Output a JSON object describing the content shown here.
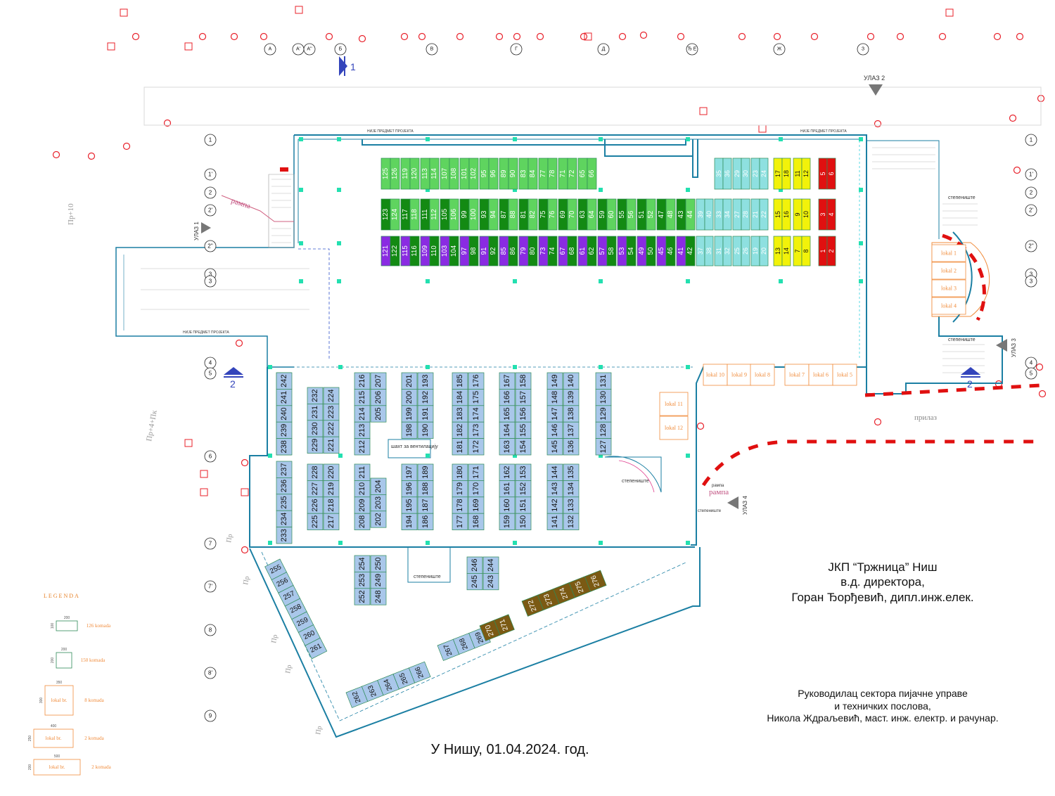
{
  "colors": {
    "blue_stall": "#a9c7ea",
    "green_light": "#5fd45f",
    "green_dark": "#138a13",
    "purple": "#8a2be2",
    "cyan": "#8ee0e0",
    "yellow": "#f2f20a",
    "red": "#e01010",
    "brown": "#7b5a14",
    "wall": "#1b7fa3",
    "orange": "#f08c3c",
    "survey_red": "#e8202a"
  },
  "grid_axes_top": [
    "А",
    "А'",
    "А''",
    "Б",
    "В",
    "Г",
    "Д",
    "Ђ Е",
    "Ж",
    "З"
  ],
  "grid_axes_side": [
    "1",
    "1'",
    "2",
    "2'",
    "2''",
    "3",
    "3",
    "4",
    "5",
    "6",
    "7",
    "7'",
    "8",
    "8'",
    "9"
  ],
  "green_rows": {
    "row1": [
      [
        "125",
        "126"
      ],
      [
        "119",
        "120"
      ],
      [
        "113",
        "114"
      ],
      [
        "107",
        "108"
      ],
      [
        "101",
        "102"
      ],
      [
        "95",
        "96"
      ],
      [
        "89",
        "90"
      ],
      [
        "83",
        "84"
      ],
      [
        "77",
        "78"
      ],
      [
        "71",
        "72"
      ],
      [
        "65",
        "66"
      ]
    ],
    "row2": [
      [
        "123",
        "124"
      ],
      [
        "117",
        "118"
      ],
      [
        "111",
        "112"
      ],
      [
        "105",
        "106"
      ],
      [
        "99",
        "100"
      ],
      [
        "93",
        "94"
      ],
      [
        "87",
        "88"
      ],
      [
        "81",
        "82"
      ],
      [
        "75",
        "76"
      ],
      [
        "69",
        "70"
      ],
      [
        "63",
        "64"
      ],
      [
        "59",
        "60"
      ],
      [
        "55",
        "56"
      ],
      [
        "51",
        "52"
      ],
      [
        "47",
        "48"
      ],
      [
        "43",
        "44"
      ]
    ],
    "row3": [
      [
        "121",
        "122"
      ],
      [
        "115",
        "116"
      ],
      [
        "109",
        "110"
      ],
      [
        "103",
        "104"
      ],
      [
        "97",
        "98"
      ],
      [
        "91",
        "92"
      ],
      [
        "85",
        "86"
      ],
      [
        "79",
        "80"
      ],
      [
        "73",
        "74"
      ],
      [
        "67",
        "68"
      ],
      [
        "61",
        "62"
      ],
      [
        "57",
        "58"
      ],
      [
        "53",
        "54"
      ],
      [
        "49",
        "50"
      ],
      [
        "45",
        "46"
      ],
      [
        "41",
        "42"
      ]
    ]
  },
  "cyan_rows": {
    "row1": [
      [
        "35",
        "36"
      ],
      [
        "29",
        "30"
      ],
      [
        "23",
        "24"
      ]
    ],
    "row2": [
      [
        "39",
        "40"
      ],
      [
        "33",
        "34"
      ],
      [
        "27",
        "28"
      ],
      [
        "21",
        "22"
      ]
    ],
    "row3": [
      [
        "37",
        "38"
      ],
      [
        "31",
        "32"
      ],
      [
        "25",
        "26"
      ],
      [
        "19",
        "20"
      ]
    ]
  },
  "yellow_rows": {
    "row1": [
      [
        "17",
        "18"
      ],
      [
        "11",
        "12"
      ]
    ],
    "row2": [
      [
        "15",
        "16"
      ],
      [
        "9",
        "10"
      ]
    ],
    "row3": [
      [
        "13",
        "14"
      ],
      [
        "7",
        "8"
      ]
    ]
  },
  "red_rows": {
    "row1": [
      [
        "5",
        "6"
      ]
    ],
    "row2": [
      [
        "3",
        "4"
      ]
    ],
    "row3": [
      [
        "1",
        "2"
      ]
    ]
  },
  "blue_blocks": [
    {
      "cols": [
        [
          "238",
          "239",
          "240",
          "241",
          "242"
        ],
        []
      ],
      "cols2": [
        [
          "233",
          "234",
          "235",
          "236",
          "237"
        ]
      ]
    },
    {
      "a": [
        [
          "229",
          "230",
          "231",
          "232"
        ],
        [
          "221",
          "222",
          "223",
          "224"
        ]
      ],
      "b": [
        [
          "225",
          "226",
          "227",
          "228"
        ],
        [
          "217",
          "218",
          "219",
          "220"
        ]
      ]
    },
    {
      "a": [
        [
          "212",
          "213",
          "214",
          "215",
          "216"
        ],
        [
          "205",
          "206",
          "207"
        ]
      ],
      "b": [
        [
          "208",
          "209",
          "210",
          "211"
        ],
        [
          "202",
          "203",
          "204"
        ]
      ]
    },
    {
      "a": [
        [
          "198",
          "199",
          "200",
          "201"
        ],
        [
          "190",
          "191",
          "192",
          "193"
        ]
      ],
      "b": [
        [
          "194",
          "195",
          "196",
          "197"
        ],
        [
          "186",
          "187",
          "188",
          "189"
        ]
      ]
    },
    {
      "a": [
        [
          "181",
          "182",
          "183",
          "184",
          "185"
        ],
        [
          "172",
          "173",
          "174",
          "175",
          "176"
        ]
      ],
      "b": [
        [
          "177",
          "178",
          "179",
          "180"
        ],
        [
          "168",
          "169",
          "170",
          "171"
        ]
      ]
    },
    {
      "a": [
        [
          "163",
          "164",
          "165",
          "166",
          "167"
        ],
        [
          "154",
          "155",
          "156",
          "157",
          "158"
        ]
      ],
      "b": [
        [
          "159",
          "160",
          "161",
          "162"
        ],
        [
          "150",
          "151",
          "152",
          "153"
        ]
      ]
    },
    {
      "a": [
        [
          "145",
          "146",
          "147",
          "148",
          "149"
        ],
        [
          "136",
          "137",
          "138",
          "139",
          "140"
        ]
      ],
      "b": [
        [
          "141",
          "142",
          "143",
          "144"
        ],
        [
          "132",
          "133",
          "134",
          "135"
        ]
      ]
    },
    {
      "a": [
        [
          "127",
          "128",
          "129",
          "130",
          "131"
        ]
      ],
      "b": []
    }
  ],
  "bottom_blocks": {
    "b254": [
      [
        "252",
        "253",
        "254"
      ],
      [
        "248",
        "249",
        "250"
      ]
    ],
    "b246": [
      [
        "245",
        "246"
      ],
      [
        "243",
        "244"
      ]
    ]
  },
  "diag_left": [
    "255",
    "256",
    "257",
    "258",
    "259",
    "260",
    "261"
  ],
  "diag_bottom1": [
    "262",
    "263",
    "264",
    "265",
    "266"
  ],
  "diag_bottom2": [
    "267",
    "268",
    "269"
  ],
  "diag_brown1": [
    "270",
    "271"
  ],
  "diag_brown2": [
    "272",
    "273",
    "274",
    "275",
    "276"
  ],
  "lokali_right": [
    "lokal 1",
    "lokal 2",
    "lokal 3",
    "lokal 4"
  ],
  "lokali_mid": [
    "lokal 10",
    "lokal 9",
    "lokal 8",
    "lokal 7",
    "lokal 6",
    "lokal 5"
  ],
  "lokali_small": [
    "lokal 11",
    "lokal 12"
  ],
  "labels": {
    "ulaz1": "УЛАЗ 1",
    "ulaz2": "УЛАЗ 2",
    "ulaz3": "УЛАЗ 3",
    "ulaz4": "УЛАЗ 4",
    "ramna_left": "рампа",
    "ramna_right": "рампа",
    "rampa_small": "рампа",
    "stepeniste": "степениште",
    "shaft": "шахт за вентилацију",
    "prilaz": "прилаз",
    "nije1": "НИЈЕ ПРЕДМЕТ ПРОЈЕКТА",
    "nije2": "НИЈЕ ПРЕДМЕТ ПРОЈЕКТА",
    "nije3": "НИЈЕ ПРЕДМЕТ ПРОЈЕКТА",
    "pr10": "Пр+10",
    "pr4": "Пр+4+Пк",
    "pr": "Пр",
    "sec1": "1",
    "sec2": "2",
    "sec2b": "2"
  },
  "legend": {
    "title": "LEGENDA",
    "items": [
      {
        "dims": [
          "200",
          "100"
        ],
        "count": "126 komada"
      },
      {
        "dims": [
          "200",
          "200"
        ],
        "count": "150 komada"
      },
      {
        "dims": [
          "350",
          "300"
        ],
        "label": "lokal br.",
        "count": "8 komada"
      },
      {
        "dims": [
          "400",
          "250"
        ],
        "label": "lokal br.",
        "count": "2 komada"
      },
      {
        "dims": [
          "500",
          "200"
        ],
        "label": "lokal br.",
        "count": "2 komada"
      }
    ]
  },
  "signature1": [
    "ЈКП “Тржница” Ниш",
    "в.д. директора,",
    "Горан Ђорђевић, дипл.инж.елек."
  ],
  "signature2": [
    "Руководилац сектора пијачне управе",
    "и техничких послова,",
    "Никола Ждраљевић, маст. инж. електр. и рачунар."
  ],
  "date_line": "У Нишу, 01.04.2024. год."
}
